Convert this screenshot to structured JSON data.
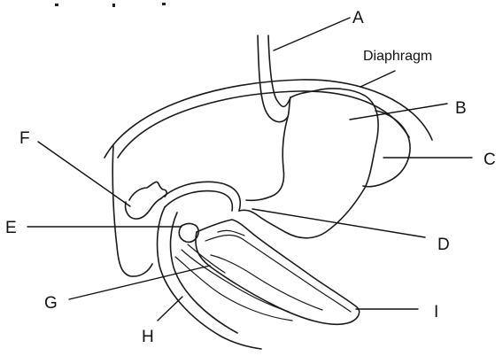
{
  "labels": {
    "a": "A",
    "b": "B",
    "c": "C",
    "d": "D",
    "e": "E",
    "f": "F",
    "g": "G",
    "h": "H",
    "i": "I",
    "diaphragm": "Diaphragm"
  }
}
